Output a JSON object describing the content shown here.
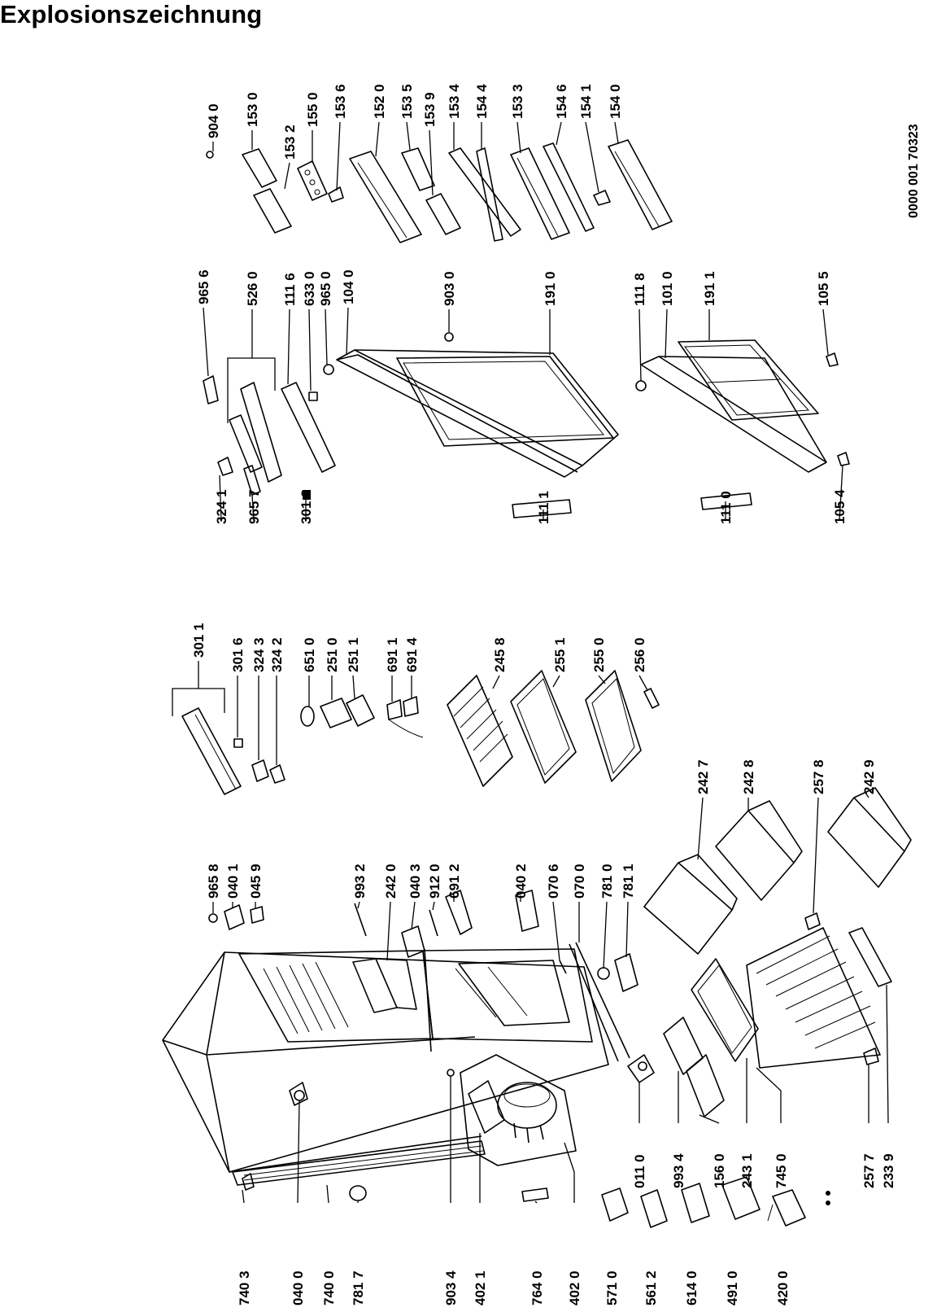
{
  "title": "Explosionszeichnung",
  "doc_number": "0000 001 70323",
  "parts": [
    {
      "id": "p9040",
      "label": "904 0"
    },
    {
      "id": "p1530",
      "label": "153 0"
    },
    {
      "id": "p1532",
      "label": "153 2"
    },
    {
      "id": "p1550",
      "label": "155 0"
    },
    {
      "id": "p1536",
      "label": "153 6"
    },
    {
      "id": "p1520",
      "label": "152 0"
    },
    {
      "id": "p1535",
      "label": "153 5"
    },
    {
      "id": "p1539",
      "label": "153 9"
    },
    {
      "id": "p1534",
      "label": "153 4"
    },
    {
      "id": "p1544",
      "label": "154 4"
    },
    {
      "id": "p1533",
      "label": "153 3"
    },
    {
      "id": "p1546",
      "label": "154 6"
    },
    {
      "id": "p1541",
      "label": "154 1"
    },
    {
      "id": "p1540",
      "label": "154 0"
    },
    {
      "id": "p9656",
      "label": "965 6"
    },
    {
      "id": "p5260",
      "label": "526 0"
    },
    {
      "id": "p1116",
      "label": "111 6"
    },
    {
      "id": "p6330",
      "label": "633 0"
    },
    {
      "id": "p9650",
      "label": "965 0"
    },
    {
      "id": "p1040",
      "label": "104 0"
    },
    {
      "id": "p9030",
      "label": "903 0"
    },
    {
      "id": "p1910",
      "label": "191 0"
    },
    {
      "id": "p1118",
      "label": "111 8"
    },
    {
      "id": "p1010",
      "label": "101 0"
    },
    {
      "id": "p1911",
      "label": "191 1"
    },
    {
      "id": "p1055",
      "label": "105 5"
    },
    {
      "id": "p3241",
      "label": "324 1"
    },
    {
      "id": "p9657",
      "label": "965 7"
    },
    {
      "id": "p3018",
      "label": "301 8"
    },
    {
      "id": "p1111",
      "label": "111 1"
    },
    {
      "id": "p1110",
      "label": "111 0"
    },
    {
      "id": "p1054",
      "label": "105 4"
    },
    {
      "id": "p3011",
      "label": "301 1"
    },
    {
      "id": "p3016",
      "label": "301 6"
    },
    {
      "id": "p3243",
      "label": "324 3"
    },
    {
      "id": "p3242",
      "label": "324 2"
    },
    {
      "id": "p6510",
      "label": "651 0"
    },
    {
      "id": "p2510",
      "label": "251 0"
    },
    {
      "id": "p2511",
      "label": "251 1"
    },
    {
      "id": "p6911",
      "label": "691 1"
    },
    {
      "id": "p6914",
      "label": "691 4"
    },
    {
      "id": "p2458",
      "label": "245 8"
    },
    {
      "id": "p2551",
      "label": "255 1"
    },
    {
      "id": "p2550",
      "label": "255 0"
    },
    {
      "id": "p2560",
      "label": "256 0"
    },
    {
      "id": "p9658",
      "label": "965 8"
    },
    {
      "id": "p0401",
      "label": "040 1"
    },
    {
      "id": "p0459",
      "label": "045 9"
    },
    {
      "id": "p9932",
      "label": "993 2"
    },
    {
      "id": "p2420",
      "label": "242 0"
    },
    {
      "id": "p0403",
      "label": "040 3"
    },
    {
      "id": "p9120",
      "label": "912 0"
    },
    {
      "id": "p6912",
      "label": "691 2"
    },
    {
      "id": "p0402",
      "label": "040 2"
    },
    {
      "id": "p0706",
      "label": "070 6"
    },
    {
      "id": "p0700",
      "label": "070 0"
    },
    {
      "id": "p7810",
      "label": "781 0"
    },
    {
      "id": "p7811",
      "label": "781 1"
    },
    {
      "id": "p2427",
      "label": "242 7"
    },
    {
      "id": "p2428",
      "label": "242 8"
    },
    {
      "id": "p2578",
      "label": "257 8"
    },
    {
      "id": "p2429",
      "label": "242 9"
    },
    {
      "id": "p0110",
      "label": "011 0"
    },
    {
      "id": "p9934",
      "label": "993 4"
    },
    {
      "id": "p1560",
      "label": "156 0"
    },
    {
      "id": "p2431",
      "label": "243 1"
    },
    {
      "id": "p7450",
      "label": "745 0"
    },
    {
      "id": "p2577",
      "label": "257 7"
    },
    {
      "id": "p2339",
      "label": "233 9"
    },
    {
      "id": "p7403",
      "label": "740 3"
    },
    {
      "id": "p0400",
      "label": "040 0"
    },
    {
      "id": "p7400",
      "label": "740 0"
    },
    {
      "id": "p7817",
      "label": "781 7"
    },
    {
      "id": "p9034",
      "label": "903 4"
    },
    {
      "id": "p4021",
      "label": "402 1"
    },
    {
      "id": "p7640",
      "label": "764 0"
    },
    {
      "id": "p4020",
      "label": "402 0"
    },
    {
      "id": "p5710",
      "label": "571 0"
    },
    {
      "id": "p5612",
      "label": "561 2"
    },
    {
      "id": "p6140",
      "label": "614 0"
    },
    {
      "id": "p4910",
      "label": "491 0"
    },
    {
      "id": "p4200",
      "label": "420 0"
    }
  ]
}
